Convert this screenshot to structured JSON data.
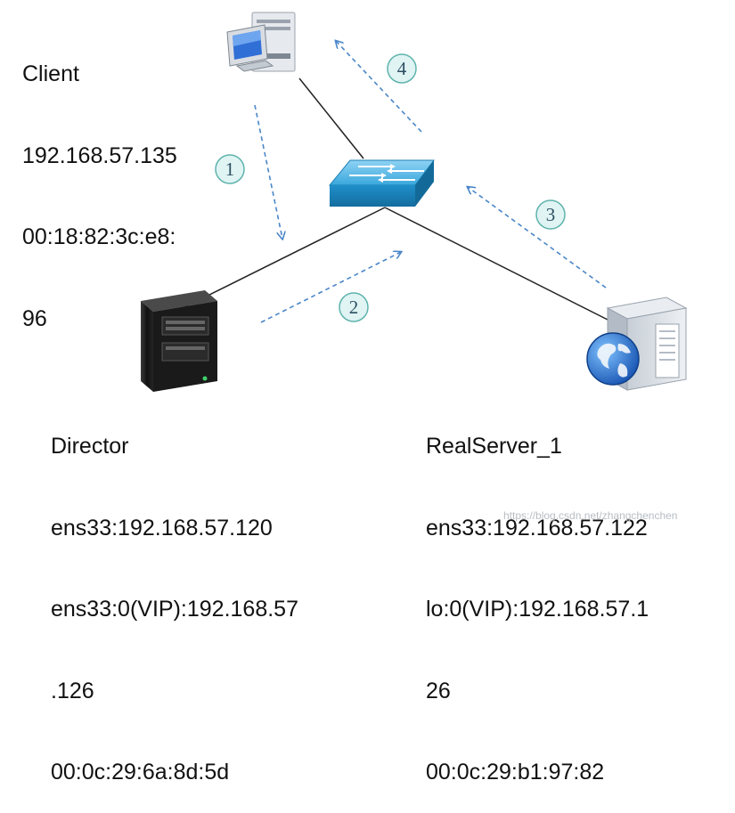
{
  "client": {
    "name": "Client",
    "ip": "192.168.57.135",
    "mac_line1": "00:18:82:3c:e8:",
    "mac_line2": "96"
  },
  "director": {
    "name": "Director",
    "ens33": "ens33:192.168.57.120",
    "vip_line1": "ens33:0(VIP):192.168.57",
    "vip_line2": ".126",
    "mac": "00:0c:29:6a:8d:5d"
  },
  "realserver": {
    "name": "RealServer_1",
    "ens33": "ens33:192.168.57.122",
    "vip_line1": "lo:0(VIP):192.168.57.1",
    "vip_line2": "26",
    "mac": "00:0c:29:b1:97:82"
  },
  "steps": [
    "1",
    "2",
    "3",
    "4"
  ],
  "watermark": "https://blog.csdn.net/zhangchenchen",
  "icons": {
    "client": "desktop-computer-icon",
    "switch": "network-switch-icon",
    "director": "server-tower-icon",
    "realserver": "web-server-icon"
  },
  "colors": {
    "arrow": "#4a86c8",
    "circle_fill": "#dff4f3",
    "circle_stroke": "#5fb3ad",
    "switch": "#2b9bd3"
  }
}
